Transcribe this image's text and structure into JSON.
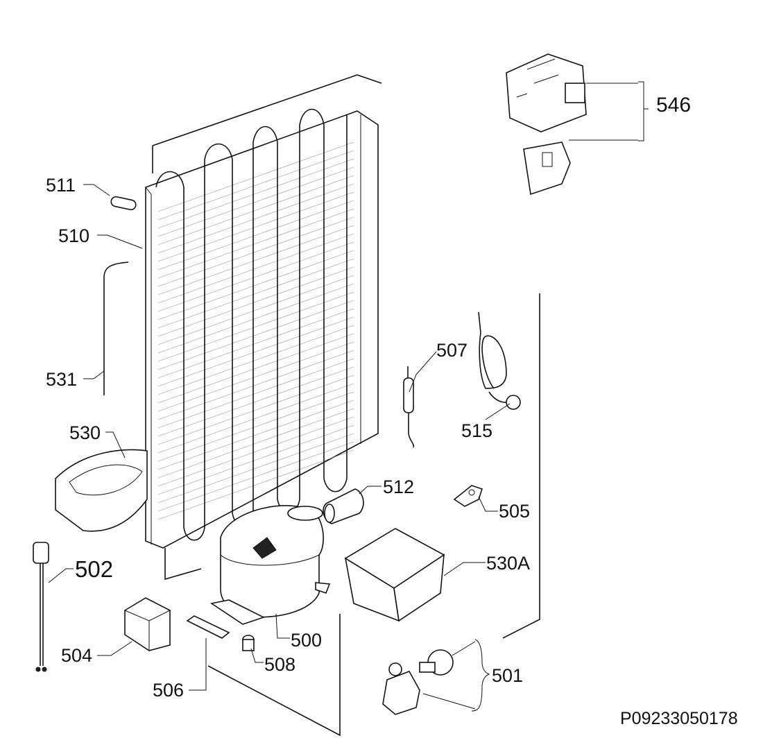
{
  "labels": {
    "l546": "546",
    "l511": "511",
    "l510": "510",
    "l531": "531",
    "l530": "530",
    "l507": "507",
    "l515": "515",
    "l512": "512",
    "l505": "505",
    "l530A": "530A",
    "l502": "502",
    "l504": "504",
    "l500": "500",
    "l508": "508",
    "l506": "506",
    "l501": "501"
  },
  "drawing_code": "P09233050178"
}
